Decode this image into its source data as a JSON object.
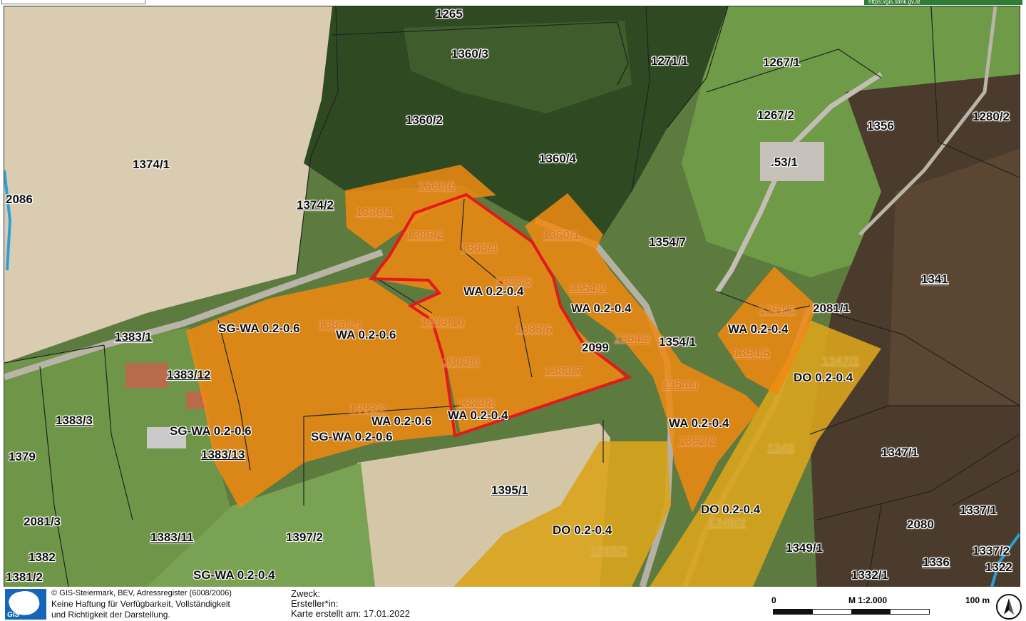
{
  "header": {
    "url_text": "https://gis.stmk.gv.at"
  },
  "map": {
    "colors": {
      "orange_zone": "#f08a12",
      "dorf_zone": "#d9a41c",
      "highlight_outline": "#e5181a",
      "parcel_line": "#222222"
    },
    "parcel_labels": [
      {
        "id": "p1",
        "text": "1265",
        "style": ""
      },
      {
        "id": "p2",
        "text": "1360/3",
        "style": ""
      },
      {
        "id": "p3",
        "text": "1271/1",
        "style": ""
      },
      {
        "id": "p4",
        "text": "1267/1",
        "style": ""
      },
      {
        "id": "p5",
        "text": "1267/2",
        "style": ""
      },
      {
        "id": "p6",
        "text": "1356",
        "style": ""
      },
      {
        "id": "p7",
        "text": "1280/2",
        "style": ""
      },
      {
        "id": "p8",
        "text": "1360/2",
        "style": ""
      },
      {
        "id": "p9",
        "text": "1360/4",
        "style": ""
      },
      {
        "id": "p10",
        "text": ".53/1",
        "style": ""
      },
      {
        "id": "p11",
        "text": "1374/1",
        "style": ""
      },
      {
        "id": "p12",
        "text": "2086",
        "style": ""
      },
      {
        "id": "p13",
        "text": "1374/2",
        "style": "u"
      },
      {
        "id": "p14",
        "text": "1360/6",
        "style": "o"
      },
      {
        "id": "p15",
        "text": "1386/1",
        "style": "o"
      },
      {
        "id": "p16",
        "text": "1386/2",
        "style": "o"
      },
      {
        "id": "p17",
        "text": "1383/4",
        "style": "o"
      },
      {
        "id": "p18",
        "text": "1360/1",
        "style": "o"
      },
      {
        "id": "p19",
        "text": "1354/7",
        "style": ""
      },
      {
        "id": "p20",
        "text": "1341",
        "style": "u"
      },
      {
        "id": "p21",
        "text": "1383/5",
        "style": "o"
      },
      {
        "id": "p22",
        "text": "1354/2",
        "style": "o"
      },
      {
        "id": "p23",
        "text": "1354/6",
        "style": "o"
      },
      {
        "id": "p24",
        "text": "2081/1",
        "style": ""
      },
      {
        "id": "p25",
        "text": "1383/14",
        "style": "o"
      },
      {
        "id": "p26",
        "text": "1383/10",
        "style": "o"
      },
      {
        "id": "p27",
        "text": "1383/6",
        "style": "o"
      },
      {
        "id": "p28",
        "text": "1354/3",
        "style": "o"
      },
      {
        "id": "p29",
        "text": "1354/1",
        "style": ""
      },
      {
        "id": "p30",
        "text": "1354/5",
        "style": "o"
      },
      {
        "id": "p31",
        "text": "1347/2",
        "style": "y"
      },
      {
        "id": "p32",
        "text": "1383/1",
        "style": "u"
      },
      {
        "id": "p33",
        "text": "2099",
        "style": ""
      },
      {
        "id": "p34",
        "text": "1383/9",
        "style": "o"
      },
      {
        "id": "p35",
        "text": "1383/7",
        "style": "o"
      },
      {
        "id": "p36",
        "text": "1383/12",
        "style": "u"
      },
      {
        "id": "p37",
        "text": "1354/4",
        "style": "o"
      },
      {
        "id": "p38",
        "text": "1383/3",
        "style": "u"
      },
      {
        "id": "p39",
        "text": "1383/8",
        "style": "o"
      },
      {
        "id": "p40",
        "text": "1383/2",
        "style": "o"
      },
      {
        "id": "p41",
        "text": "1352/2",
        "style": "o"
      },
      {
        "id": "p42",
        "text": "1348",
        "style": "y"
      },
      {
        "id": "p43",
        "text": "1347/1",
        "style": ""
      },
      {
        "id": "p44",
        "text": "1379",
        "style": ""
      },
      {
        "id": "p45",
        "text": "1383/13",
        "style": "u"
      },
      {
        "id": "p46",
        "text": "1395/1",
        "style": "u"
      },
      {
        "id": "p47",
        "text": "1337/1",
        "style": ""
      },
      {
        "id": "p48",
        "text": "2081/3",
        "style": ""
      },
      {
        "id": "p49",
        "text": "1349/2",
        "style": "y"
      },
      {
        "id": "p50",
        "text": "2080",
        "style": ""
      },
      {
        "id": "p51",
        "text": "1383/11",
        "style": "u"
      },
      {
        "id": "p52",
        "text": "1397/2",
        "style": ""
      },
      {
        "id": "p53",
        "text": "1395/2",
        "style": "y"
      },
      {
        "id": "p54",
        "text": "1349/1",
        "style": ""
      },
      {
        "id": "p55",
        "text": "1382",
        "style": ""
      },
      {
        "id": "p56",
        "text": "1337/2",
        "style": ""
      },
      {
        "id": "p57",
        "text": "1381/2",
        "style": ""
      },
      {
        "id": "p58",
        "text": "1336",
        "style": "u"
      },
      {
        "id": "p59",
        "text": "1322",
        "style": ""
      },
      {
        "id": "p60",
        "text": "1332/1",
        "style": ""
      }
    ],
    "zone_labels": [
      {
        "id": "z1",
        "text": "WA 0.2-0.4"
      },
      {
        "id": "z2",
        "text": "WA 0.2-0.4"
      },
      {
        "id": "z3",
        "text": "SG-WA 0.2-0.6"
      },
      {
        "id": "z4",
        "text": "WA 0.2-0.6"
      },
      {
        "id": "z5",
        "text": "WA 0.2-0.4"
      },
      {
        "id": "z6",
        "text": "DO 0.2-0.4"
      },
      {
        "id": "z7",
        "text": "SG-WA 0.2-0.6"
      },
      {
        "id": "z8",
        "text": "WA 0.2-0.6"
      },
      {
        "id": "z9",
        "text": "WA 0.2-0.4"
      },
      {
        "id": "z10",
        "text": "SG-WA 0.2-0.6"
      },
      {
        "id": "z11",
        "text": "WA 0.2-0.4"
      },
      {
        "id": "z12",
        "text": "DO 0.2-0.4"
      },
      {
        "id": "z13",
        "text": "DO 0.2-0.4"
      },
      {
        "id": "z14",
        "text": "SG-WA 0.2-0.4"
      }
    ]
  },
  "footer": {
    "logo_text": "GIS",
    "credits_line1": "© GIS-Steiermark, BEV, Adressregister (6008/2006)",
    "credits_line2": "Keine Haftung für Verfügbarkeit, Vollständigkeit",
    "credits_line3": "und Richtigkeit der Darstellung.",
    "purpose_label": "Zweck:",
    "author_label": "Ersteller*in:",
    "created_label": "Karte erstellt am: 17.01.2022",
    "scale_start": "0",
    "scale_ratio": "M 1:2.000",
    "scale_end": "100 m"
  }
}
